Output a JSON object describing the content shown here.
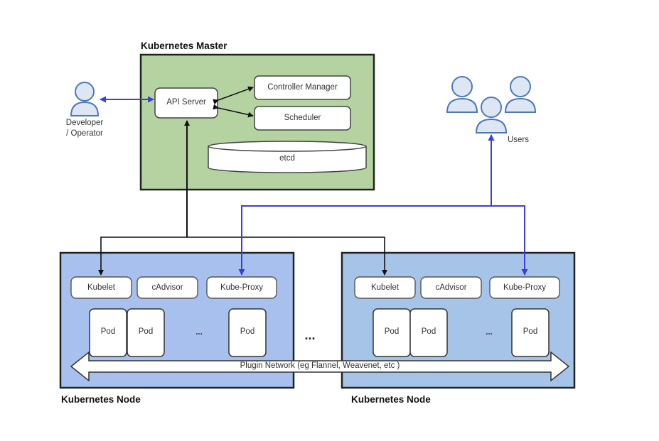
{
  "master": {
    "title": "Kubernetes Master",
    "api_server": "API Server",
    "controller_manager": "Controller Manager",
    "scheduler": "Scheduler",
    "etcd": "etcd"
  },
  "developer": {
    "line1": "Developer",
    "line2": "/ Operator"
  },
  "users": {
    "label": "Users"
  },
  "nodes": [
    {
      "title": "Kubernetes Node",
      "components": [
        "Kubelet",
        "cAdvisor",
        "Kube-Proxy"
      ],
      "pods": [
        "Pod",
        "Pod",
        "Pod"
      ],
      "ellipsis": "..."
    },
    {
      "title": "Kubernetes Node",
      "components": [
        "Kubelet",
        "cAdvisor",
        "Kube-Proxy"
      ],
      "pods": [
        "Pod",
        "Pod",
        "Pod"
      ],
      "ellipsis": "..."
    }
  ],
  "between_nodes": "...",
  "plugin_network": "Plugin Network (eg Flannel, Weavenet, etc )",
  "colors": {
    "master_fill": "#b4d3a1",
    "node_left_fill": "#a8c0ee",
    "node_right_fill": "#a6c4e8",
    "blue_link": "#3a3fd9",
    "black_link": "#111111"
  }
}
